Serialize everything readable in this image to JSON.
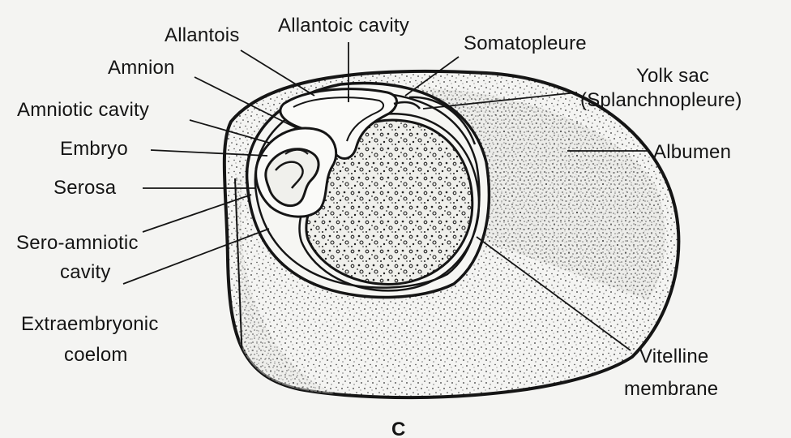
{
  "figure": {
    "panel_letter": "C",
    "colors": {
      "background": "#f4f4f2",
      "ink": "#151515",
      "stipple": "#333333"
    }
  },
  "labels": {
    "allantois": "Allantois",
    "allantoic_cavity": "Allantoic cavity",
    "somatopleure": "Somatopleure",
    "yolk_sac_line1": "Yolk  sac",
    "yolk_sac_line2": "(Splanchnopleure)",
    "amnion": "Amnion",
    "amniotic_cavity": "Amniotic cavity",
    "embryo": "Embryo",
    "albumen": "Albumen",
    "serosa": "Serosa",
    "sero_amniotic_line1": "Sero-amniotic",
    "sero_amniotic_line2": "cavity",
    "extraembryonic_line1": "Extraembryonic",
    "extraembryonic_line2": "coelom",
    "vitelline_line1": "Vitelline",
    "vitelline_line2": "membrane"
  }
}
